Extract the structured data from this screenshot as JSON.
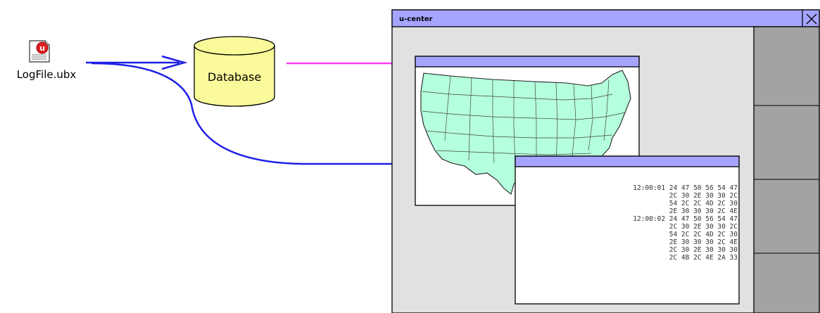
{
  "file": {
    "name": "LogFile.ubx",
    "icon": "ubx-document-icon"
  },
  "database": {
    "label": "Database",
    "color": "#fafa9b"
  },
  "app_window": {
    "title": "u-center",
    "title_bar_color": "#a5a5ff"
  },
  "colors": {
    "arrow_blue": "#1e1ee6",
    "arrow_magenta": "#ff3cf0",
    "map_fill": "#b4ffdc",
    "window_bg": "#e1e1e1",
    "sidebar_bg": "#a3a3a3"
  },
  "log": {
    "lines": [
      "12:00:01 24 47 50 56 54 47",
      "2C 30 2E 30 30 2C",
      "54 2C 2C 4D 2C 30",
      "2E 30 30 30 2C 4E",
      "12:00:02 24 47 50 56 54 47",
      "2C 30 2E 30 30 2C",
      "54 2C 2C 4D 2C 30",
      "2E 30 30 30 2C 4E",
      "2C 30 2E 30 30 30",
      "2C 4B 2C 4E 2A 33"
    ]
  }
}
